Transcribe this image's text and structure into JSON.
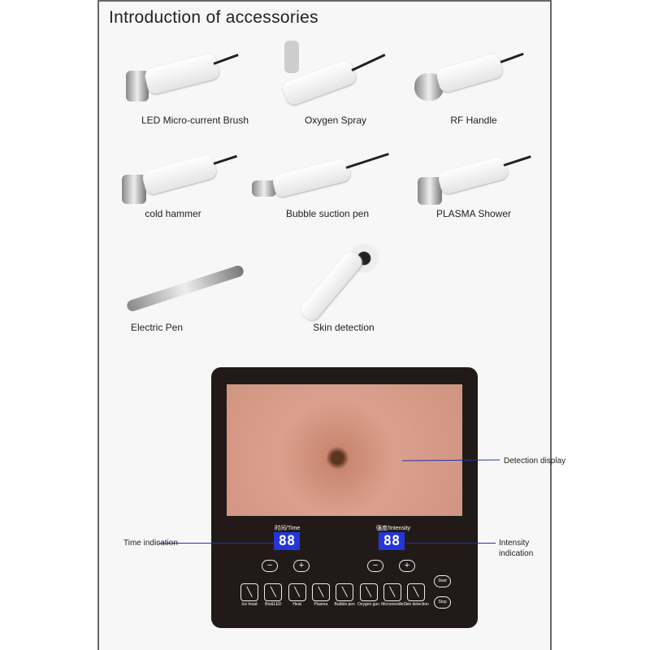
{
  "title": "Introduction of accessories",
  "accessories": [
    "LED Micro-current Brush",
    "Oxygen Spray",
    "RF Handle",
    "cold hammer",
    "Bubble suction pen",
    "PLASMA Shower",
    "Electric Pen",
    "Skin detection"
  ],
  "panel": {
    "time_label": "时间/Time",
    "intensity_label": "强度/Intensity",
    "time_value": "88",
    "intensity_value": "88",
    "minus": "−",
    "plus": "+",
    "modes": [
      "Ice head",
      "Bio&LED",
      "Heat",
      "Plasma",
      "Bubble pen",
      "Oxygen gun",
      "Microneedle",
      "Skin detection"
    ],
    "start": "Start",
    "stop": "Stop"
  },
  "annotations": {
    "detection": "Detection display",
    "time": "Time indication",
    "intensity": "Intensity indication"
  },
  "colors": {
    "lcd": "#2436d8",
    "panel": "#221a18",
    "line": "#2a33a0"
  }
}
